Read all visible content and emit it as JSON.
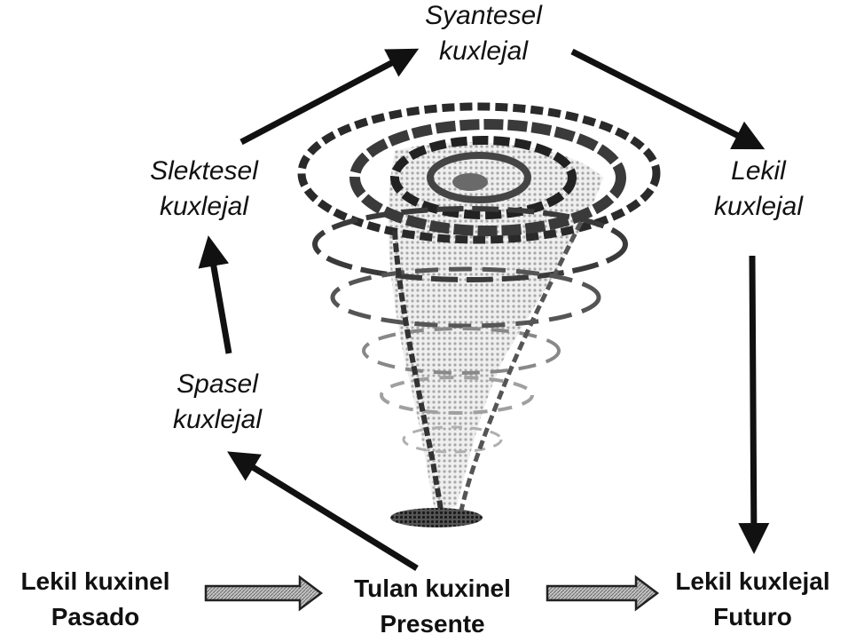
{
  "nodes": {
    "syantesel": {
      "line1": "Syantesel",
      "line2": "kuxlejal"
    },
    "slektesel": {
      "line1": "Slektesel",
      "line2": "kuxlejal"
    },
    "lekil": {
      "line1": "Lekil",
      "line2": "kuxlejal"
    },
    "spasel": {
      "line1": "Spasel",
      "line2": "kuxlejal"
    },
    "pasado": {
      "line1": "Lekil kuxinel",
      "line2": "Pasado"
    },
    "presente": {
      "line1": "Tulan kuxinel",
      "line2": "Presente"
    },
    "futuro": {
      "line1": "Lekil kuxlejal",
      "line2": "Futuro"
    }
  },
  "colors": {
    "ink": "#111111",
    "tornado_dark": "#2a2a2a",
    "tornado_light": "#bdbdbd",
    "block_arrow_fill": "#b8b8b8"
  },
  "icons": {
    "center_image": "tornado-icon",
    "timeline_arrows": "hatched-block-arrow-icon"
  }
}
